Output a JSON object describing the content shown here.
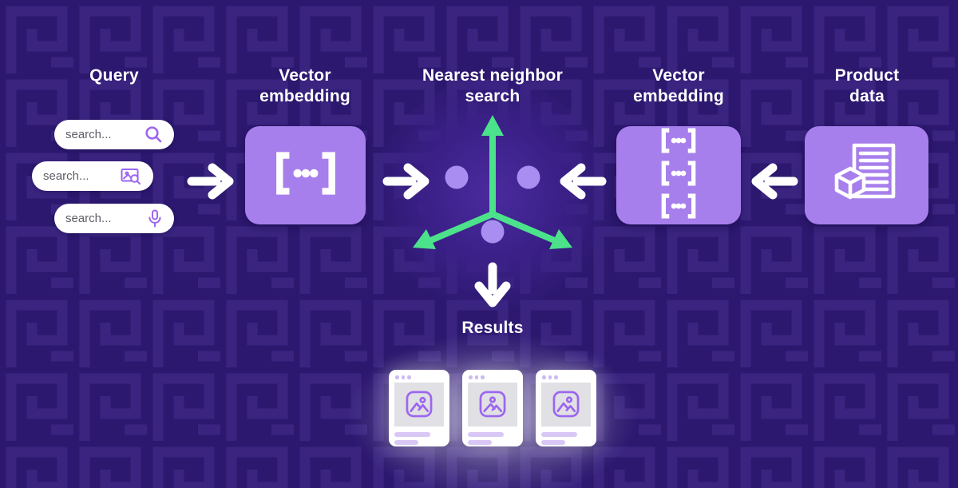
{
  "colors": {
    "background": "#2C186F",
    "maze_pattern": "#3A2480",
    "node_box": "#A77FEC",
    "icon_purple": "#9B66F0",
    "axis_green": "#4CE28C",
    "vector_dot": "#A98DF1",
    "card_bg": "#FFFFFF",
    "card_placeholder": "#E1E0E4",
    "card_skeleton": "#D9C8F6",
    "arrow_white": "#FFFFFF"
  },
  "nodes": {
    "query": {
      "title": "Query"
    },
    "vector_embedding_left": {
      "title": "Vector embedding",
      "icon": "vector-brackets-icon"
    },
    "nearest_neighbor_search": {
      "title": "Nearest neighbor search",
      "icon": "3d-axes-icon"
    },
    "vector_embedding_right": {
      "title": "Vector embedding",
      "icon": "vector-brackets-stack-icon"
    },
    "product_data": {
      "title": "Product data",
      "icon": "document-cube-icon"
    },
    "results": {
      "title": "Results",
      "cards_count": 3
    }
  },
  "search_pills": [
    {
      "placeholder": "search...",
      "icon": "magnifier-icon"
    },
    {
      "placeholder": "search...",
      "icon": "image-search-icon"
    },
    {
      "placeholder": "search...",
      "icon": "microphone-icon"
    }
  ],
  "flow": [
    "query -> vector_embedding_left",
    "vector_embedding_left -> nearest_neighbor_search",
    "vector_embedding_right -> nearest_neighbor_search",
    "product_data -> vector_embedding_right",
    "nearest_neighbor_search -> results"
  ]
}
